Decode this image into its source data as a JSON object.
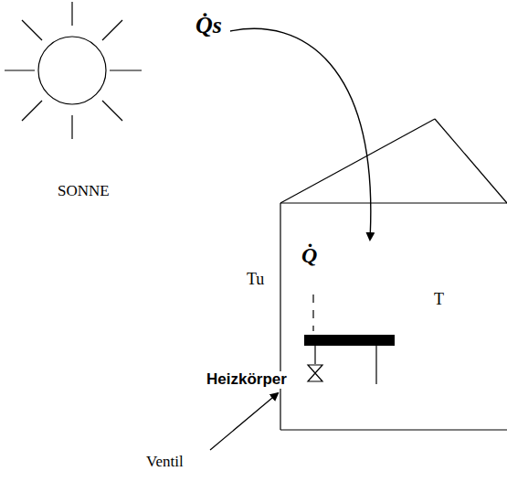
{
  "diagram": {
    "labels": [
      "Q̇s",
      "SONNE",
      "Q̇",
      "Tu",
      "T",
      "Heizkörper",
      "Ventil"
    ]
  }
}
